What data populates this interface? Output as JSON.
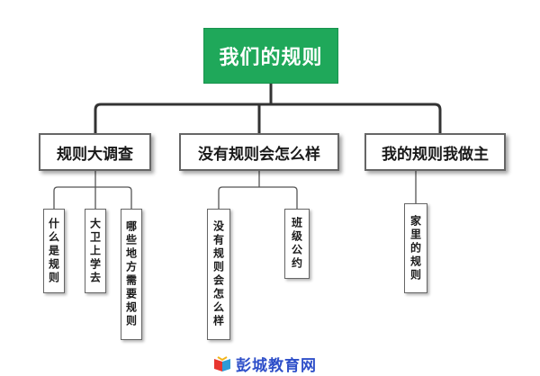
{
  "root": {
    "label": "我们的规则"
  },
  "branches": [
    {
      "label": "规则大调查",
      "leaves": [
        "什么是规则",
        "大卫上学去",
        "哪些地方需要规则"
      ]
    },
    {
      "label": "没有规则会怎么样",
      "leaves": [
        "没有规则会怎么样",
        "班级公约"
      ]
    },
    {
      "label": "我的规则我做主",
      "leaves": [
        "家里的规则"
      ]
    }
  ],
  "watermark": {
    "text": "彭城教育网"
  },
  "colors": {
    "root_fill": "#1fa85a",
    "connector": "#333333",
    "watermark": "#2e4fc9"
  }
}
